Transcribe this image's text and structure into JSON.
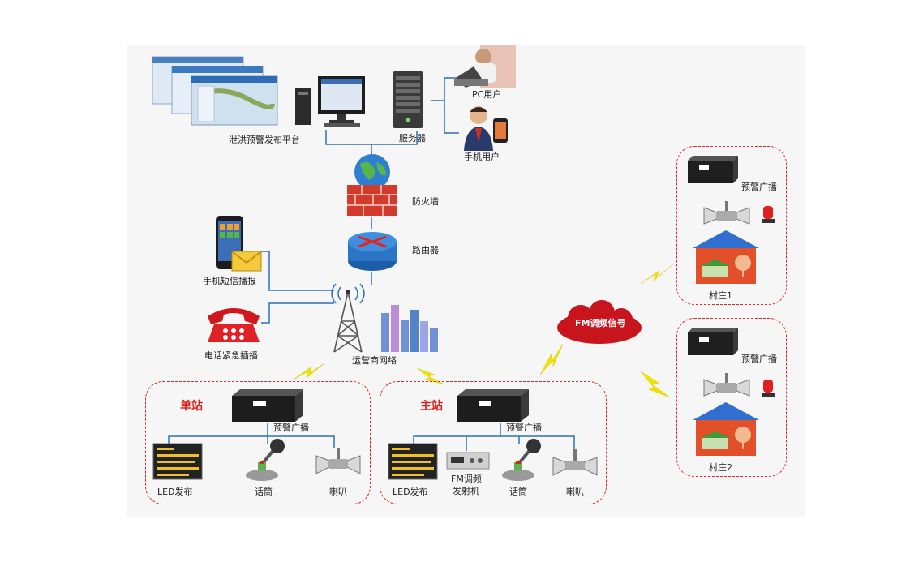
{
  "labels": {
    "platform": "泄洪预警发布平台",
    "server": "服务器",
    "pc_user": "PC用户",
    "mobile_user": "手机用户",
    "firewall": "防火墙",
    "router": "路由器",
    "sms": "手机短信播报",
    "phone": "电话紧急插播",
    "carrier": "运营商网络",
    "fm_signal": "FM调频信号",
    "village1_broadcast": "预警广播",
    "village1": "村庄1",
    "village2_broadcast": "预警广播",
    "village2": "村庄2",
    "single_station_title": "单站",
    "single_broadcast": "预警广播",
    "single_led": "LED发布",
    "single_mic": "话筒",
    "single_horn": "喇叭",
    "main_station_title": "主站",
    "main_broadcast": "预警广播",
    "main_led": "LED发布",
    "main_fm_tx_line1": "FM调频",
    "main_fm_tx_line2": "发射机",
    "main_mic": "话筒",
    "main_horn": "喇叭"
  },
  "icons": [
    "monitor-screenshots",
    "desktop-computer-icon",
    "server-tower-icon",
    "pc-user-icon",
    "mobile-user-icon",
    "globe-icon",
    "firewall-icon",
    "router-icon",
    "smartphone-icon",
    "envelope-icon",
    "telephone-icon",
    "antenna-tower-icon",
    "city-skyline-icon",
    "lightning-icon",
    "cloud-icon",
    "broadcast-device-icon",
    "horn-speaker-icon",
    "alarm-light-icon",
    "house-icon",
    "led-display-icon",
    "microphone-icon",
    "fm-transmitter-icon"
  ],
  "colors": {
    "dashed_box": "#d9262a",
    "wire": "#2f72b3",
    "cloud": "#c8141c",
    "lightning": "#f2e200",
    "roof": "#2f6fd0",
    "house_wall": "#e2502a",
    "title_red": "#e0201f"
  }
}
